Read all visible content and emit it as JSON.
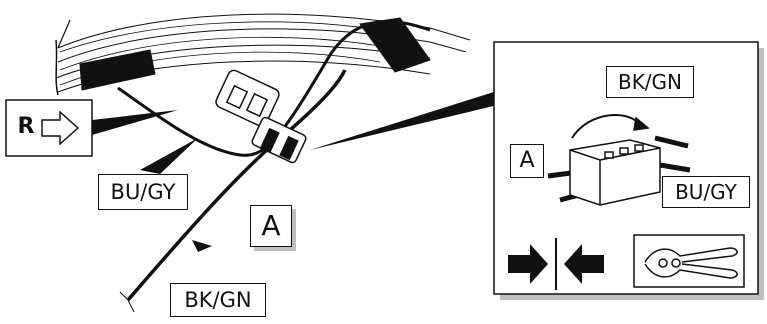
{
  "side_marker": {
    "letter": "R",
    "arrow_icon": "right-arrow-outline-icon"
  },
  "labels": {
    "main_connector": "A",
    "wire_bu_gy": "BU/GY",
    "wire_bk_gn": "BK/GN"
  },
  "detail_view": {
    "connector_label": "A",
    "wire_top": "BK/GN",
    "wire_right": "BU/GY",
    "push_together_icon": "push-together-arrows-icon",
    "tool_icon": "crimping-pliers-icon"
  }
}
